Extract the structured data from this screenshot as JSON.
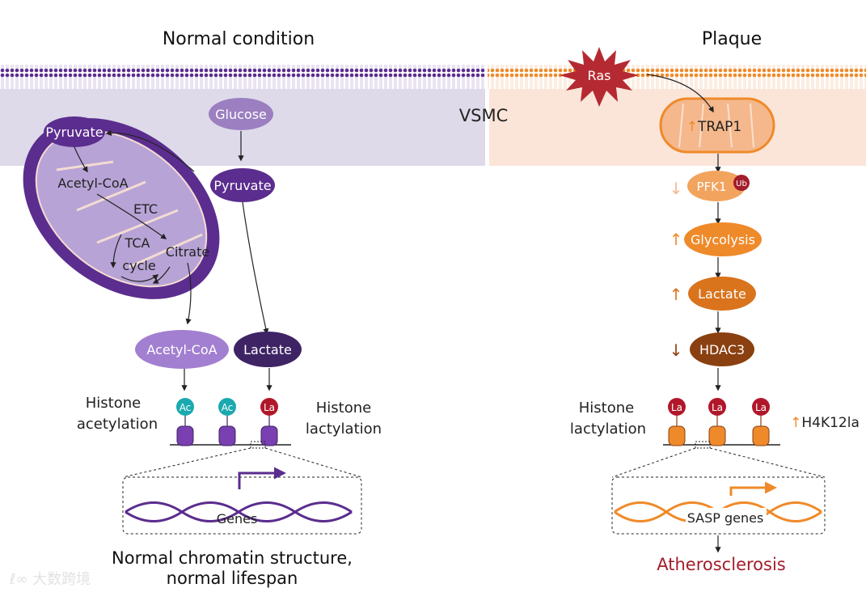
{
  "titles": {
    "left": "Normal condition",
    "right": "Plaque"
  },
  "cell_label": "VSMC",
  "left": {
    "mito": {
      "pyruvate": "Pyruvate",
      "acetyl_coa": "Acetyl-CoA",
      "etc": "ETC",
      "tca": "TCA",
      "cycle": "cycle",
      "citrate": "Citrate"
    },
    "glucose": "Glucose",
    "pyruvate": "Pyruvate",
    "acetyl_coa": "Acetyl-CoA",
    "lactate": "Lactate",
    "histone_acetylation": [
      "Histone",
      "acetylation"
    ],
    "histone_lactylation": [
      "Histone",
      "lactylation"
    ],
    "marks": [
      "Ac",
      "Ac",
      "La"
    ],
    "genes": "Genes",
    "outcome": [
      "Normal chromatin structure,",
      "normal lifespan"
    ]
  },
  "right": {
    "ras": "Ras",
    "trap1": "TRAP1",
    "pfk1": "PFK1",
    "ub": "Ub",
    "glycolysis": "Glycolysis",
    "lactate": "Lactate",
    "hdac3": "HDAC3",
    "histone_lactylation": [
      "Histone",
      "lactylation"
    ],
    "marks": [
      "La",
      "La",
      "La"
    ],
    "h4k12la": "H4K12la",
    "genes": "SASP genes",
    "outcome": "Atherosclerosis"
  },
  "watermark": "大数跨境",
  "colors": {
    "purple_dark": "#5b2d8e",
    "purple_light": "#a27fd0",
    "orange": "#ef8a2a",
    "brown": "#8a4010",
    "red": "#b0182a",
    "teal": "#1ba9b0",
    "atherosclerosis": "#a31d2a"
  }
}
